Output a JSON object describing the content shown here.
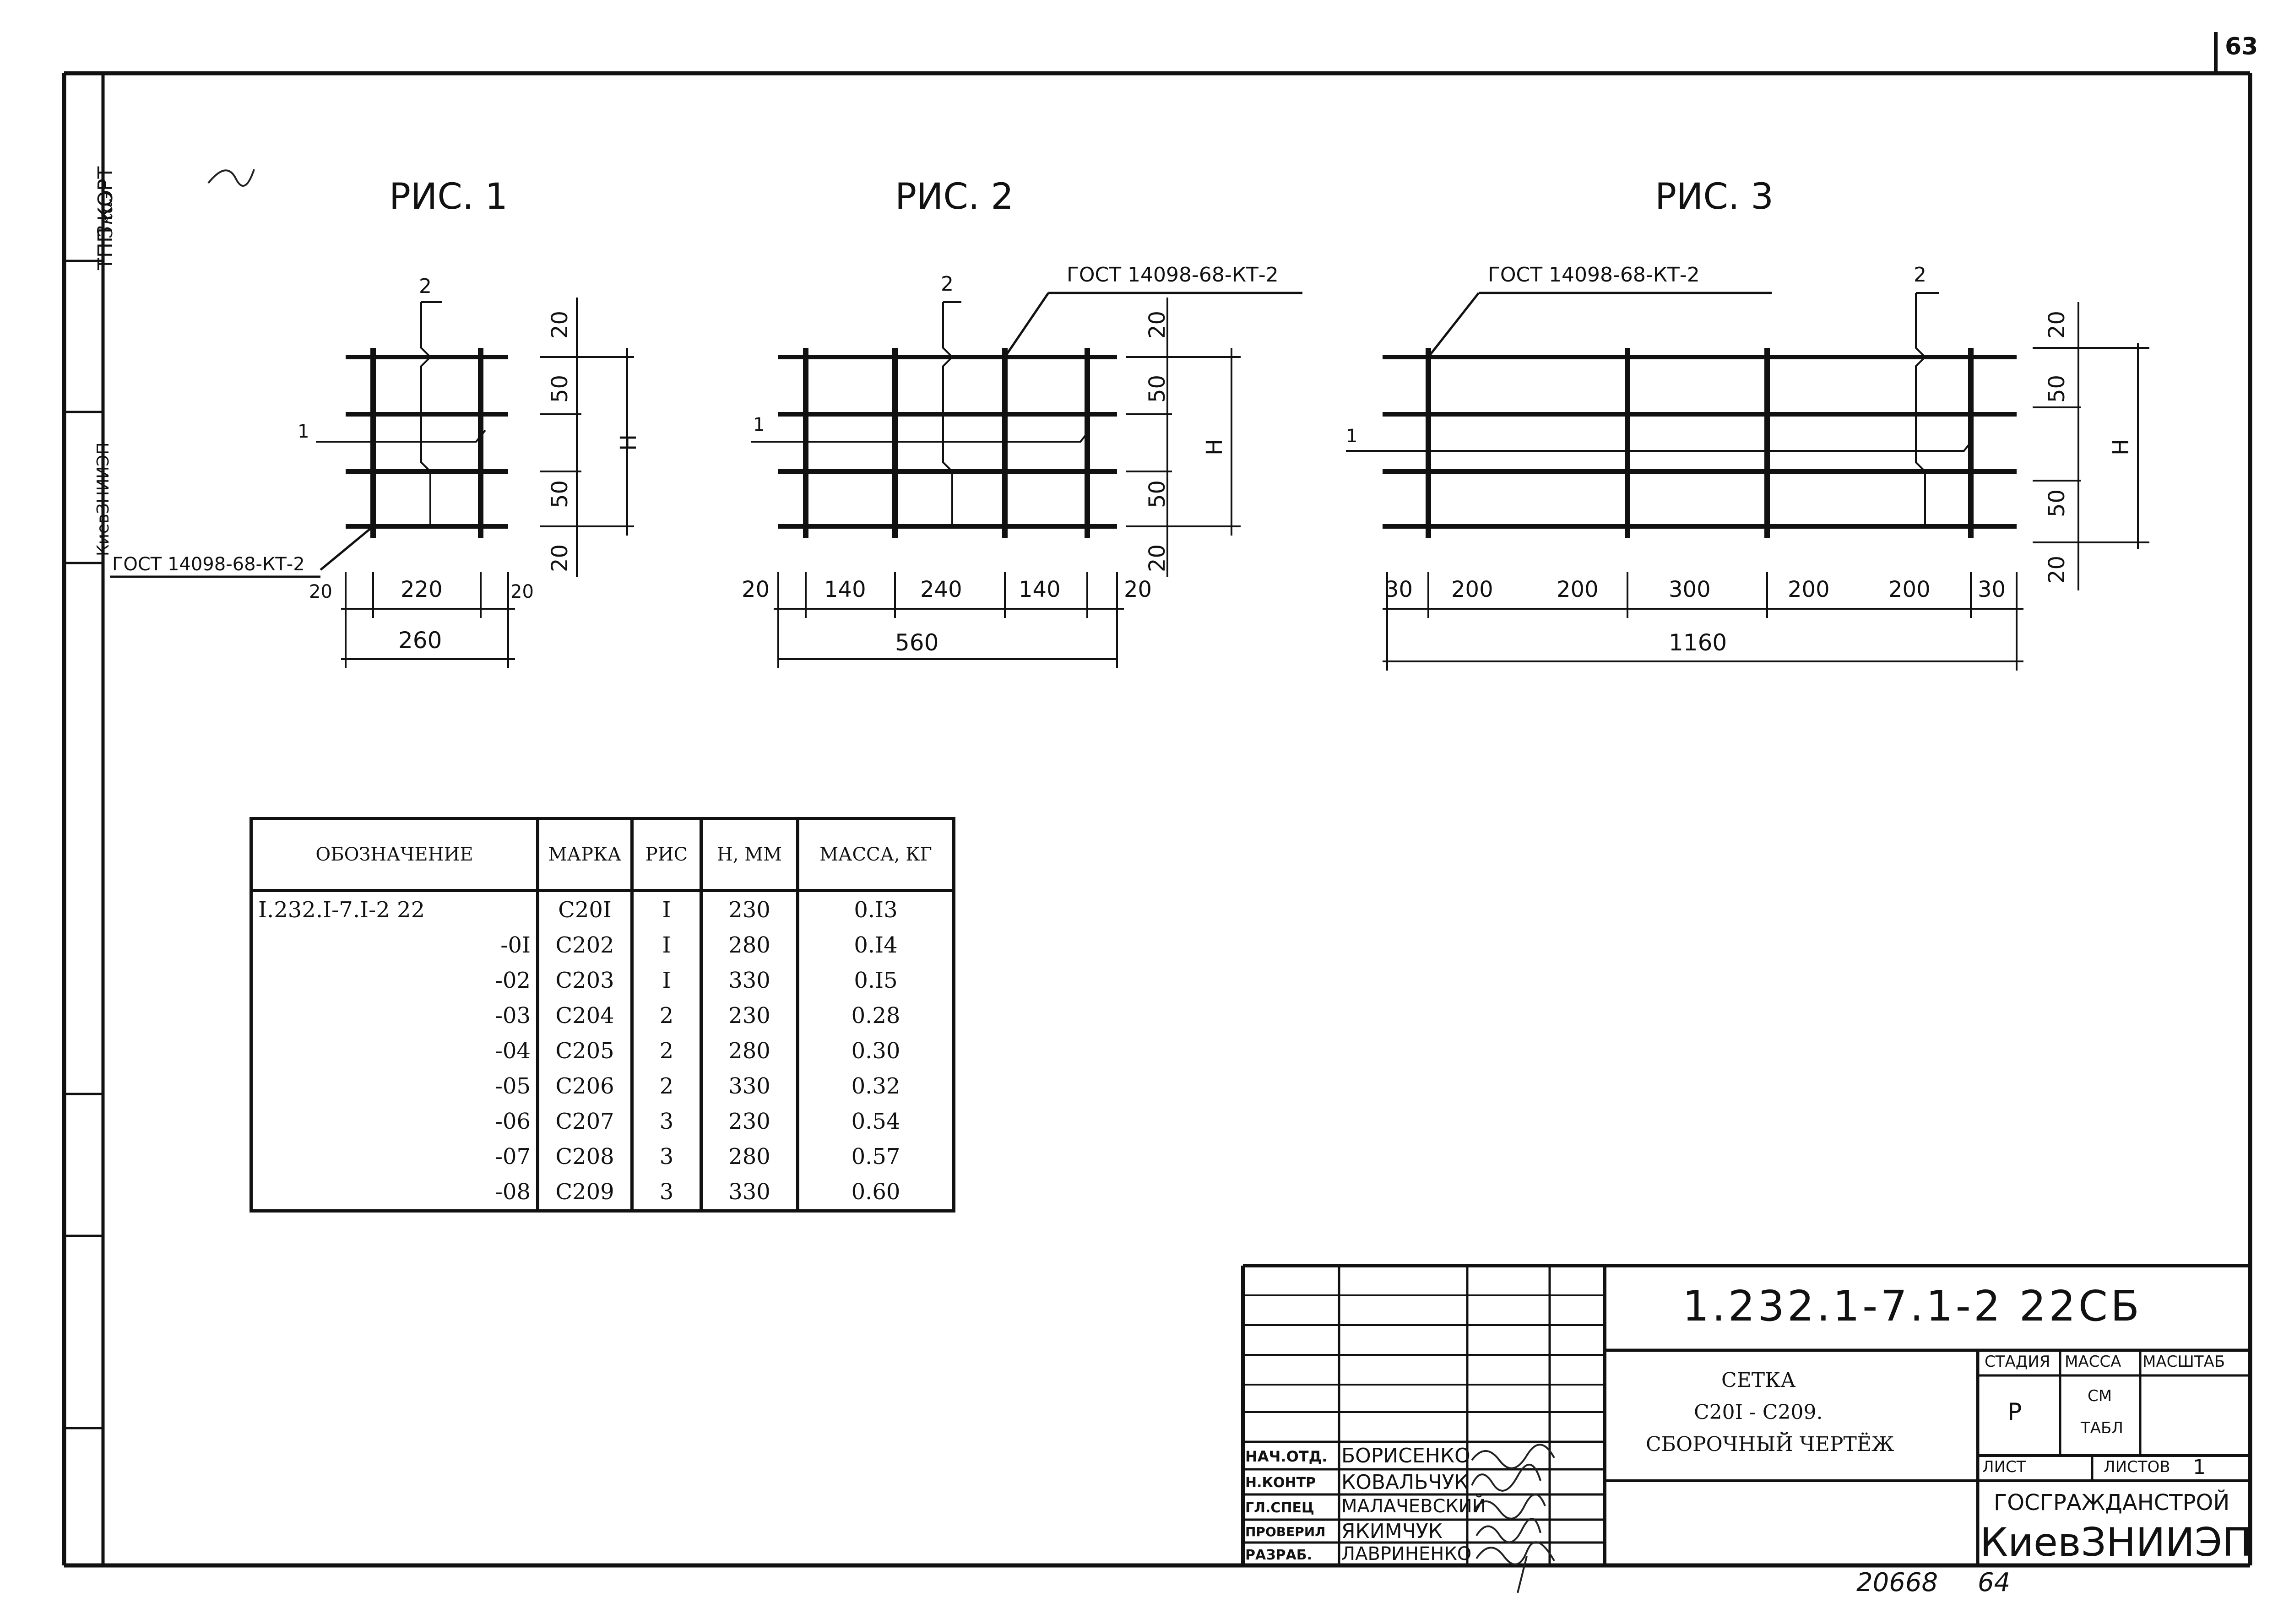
{
  "page_number": "63",
  "side_stamp": {
    "korp": "ТПП КОРТ",
    "org": "КиевЗНИИЭП",
    "handwritten": "Зкаэ"
  },
  "figures": [
    {
      "title": "РИС. 1",
      "gost": "ГОСТ 14098-68-КТ-2",
      "label_1": "1",
      "label_2": "2",
      "dims_bottom": [
        "20",
        "220",
        "20"
      ],
      "total": "260",
      "dims_right": [
        "20",
        "50",
        "50",
        "20"
      ],
      "h": "Н"
    },
    {
      "title": "РИС. 2",
      "gost": "ГОСТ 14098-68-КТ-2",
      "label_1": "1",
      "label_2": "2",
      "dims_bottom": [
        "20",
        "140",
        "240",
        "140",
        "20"
      ],
      "total": "560",
      "dims_right": [
        "20",
        "50",
        "50",
        "20"
      ],
      "h": "Н"
    },
    {
      "title": "РИС. 3",
      "gost": "ГОСТ 14098-68-КТ-2",
      "label_1": "1",
      "label_2": "2",
      "dims_bottom": [
        "30",
        "200",
        "200",
        "300",
        "200",
        "200",
        "30"
      ],
      "total": "1160",
      "dims_right": [
        "20",
        "50",
        "50",
        "20"
      ],
      "h": "Н"
    }
  ],
  "spec_table": {
    "headers": [
      "ОБОЗНАЧЕНИЕ",
      "МАРКА",
      "РИС",
      "Н, ММ",
      "МАССА, КГ"
    ],
    "rows": [
      [
        "I.232.I-7.I-2 22",
        "С20I",
        "I",
        "230",
        "0.I3"
      ],
      [
        "-0I",
        "С202",
        "I",
        "280",
        "0.I4"
      ],
      [
        "-02",
        "С203",
        "I",
        "330",
        "0.I5"
      ],
      [
        "-03",
        "С204",
        "2",
        "230",
        "0.28"
      ],
      [
        "-04",
        "С205",
        "2",
        "280",
        "0.30"
      ],
      [
        "-05",
        "С206",
        "2",
        "330",
        "0.32"
      ],
      [
        "-06",
        "С207",
        "3",
        "230",
        "0.54"
      ],
      [
        "-07",
        "С208",
        "3",
        "280",
        "0.57"
      ],
      [
        "-08",
        "С209",
        "3",
        "330",
        "0.60"
      ]
    ]
  },
  "title_block": {
    "code": "1.232.1-7.1-2 22СБ",
    "name_lines": [
      "СЕТКА",
      "С20I - С209.",
      "СБОРОЧНЫЙ ЧЕРТЁЖ"
    ],
    "stage_header": "СТАДИЯ",
    "mass_header": "МАССА",
    "scale_header": "МАСШТАБ",
    "stage_value": "Р",
    "mass_value_1": "СМ",
    "mass_value_2": "ТАБЛ",
    "sheet_label": "ЛИСТ",
    "sheets_label": "ЛИСТОВ",
    "sheets_value": "1",
    "org_top": "ГОСГРАЖДАНСТРОЙ",
    "org_bottom": "КиевЗНИИЭП",
    "signatures": [
      {
        "role": "НАЧ.ОТД.",
        "name": "БОРИСЕНКО"
      },
      {
        "role": "Н.КОНТР",
        "name": "КОВАЛЬЧУК"
      },
      {
        "role": "ГЛ.СПЕЦ",
        "name": "МАЛАЧЕВСКИЙ"
      },
      {
        "role": "ПРОВЕРИЛ",
        "name": "ЯКИМЧУК"
      },
      {
        "role": "РАЗРАБ.",
        "name": "ЛАВРИНЕНКО"
      }
    ]
  },
  "footer": {
    "archive_no": "20668",
    "sheet_total": "64"
  }
}
